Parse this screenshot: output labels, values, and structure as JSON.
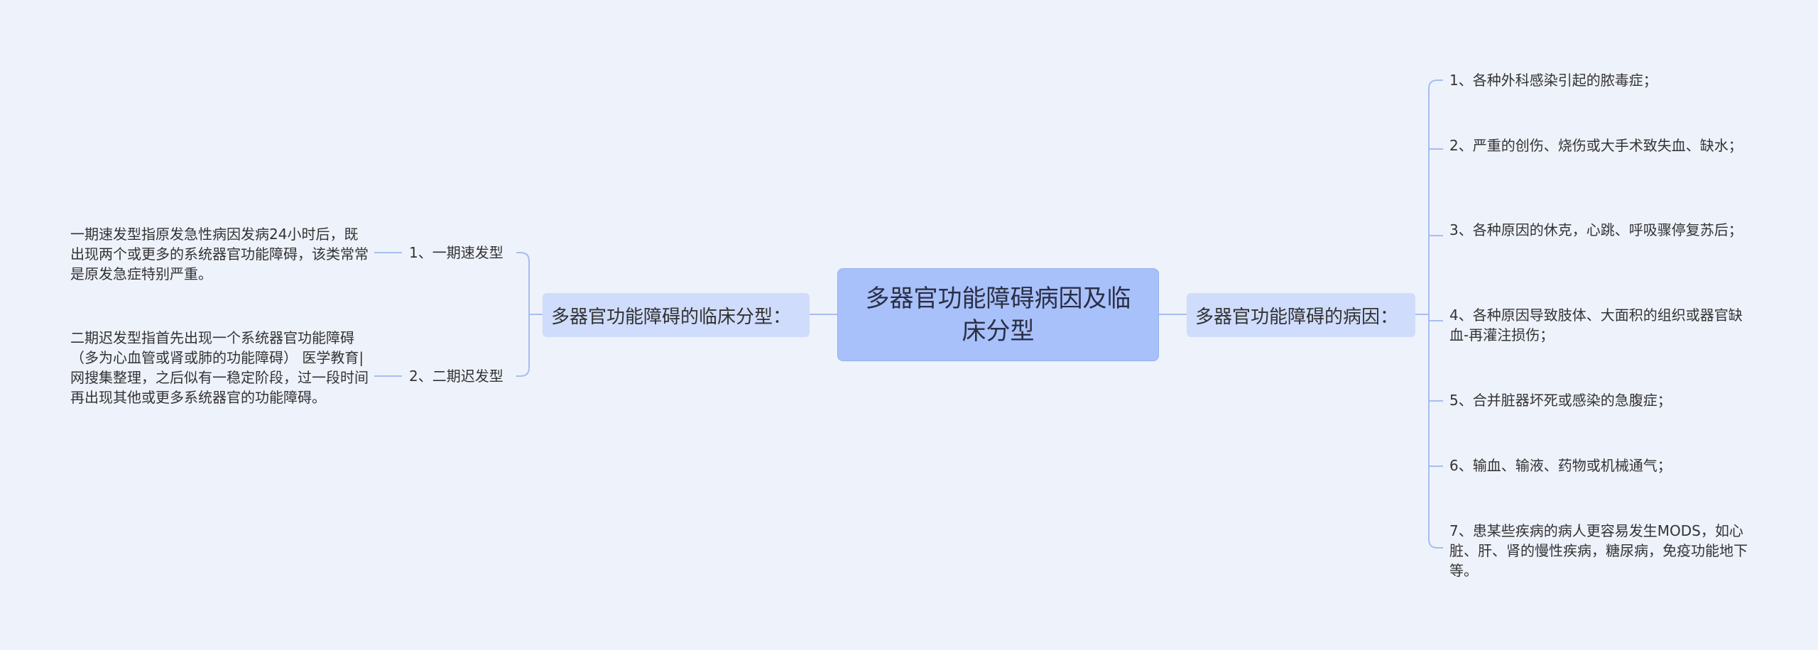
{
  "root": {
    "title": "多器官功能障碍病因及临床分型"
  },
  "left_branch": {
    "label": "多器官功能障碍的临床分型：",
    "items": [
      {
        "label": "1、一期速发型",
        "detail": "一期速发型指原发急性病因发病24小时后，既出现两个或更多的系统器官功能障碍，该类常常是原发急症特别严重。"
      },
      {
        "label": "2、二期迟发型",
        "detail": "二期迟发型指首先出现一个系统器官功能障碍（多为心血管或肾或肺的功能障碍） 医学教育|网搜集整理，之后似有一稳定阶段，过一段时间再出现其他或更多系统器官的功能障碍。"
      }
    ]
  },
  "right_branch": {
    "label": "多器官功能障碍的病因：",
    "items": [
      "1、各种外科感染引起的脓毒症；",
      "2、严重的创伤、烧伤或大手术致失血、缺水；",
      "3、各种原因的休克，心跳、呼吸骤停复苏后；",
      "4、各种原因导致肢体、大面积的组织或器官缺血-再灌注损伤；",
      "5、合并脏器坏死或感染的急腹症；",
      "6、输血、输液、药物或机械通气；",
      "7、患某些疾病的病人更容易发生MODS，如心脏、肝、肾的慢性疾病，糖尿病，免疫功能地下等。"
    ]
  },
  "colors": {
    "background": "#eef2fb",
    "root_fill": "#a9c1fa",
    "branch_fill": "#cfdcfb",
    "connector": "#a7bdf0"
  }
}
